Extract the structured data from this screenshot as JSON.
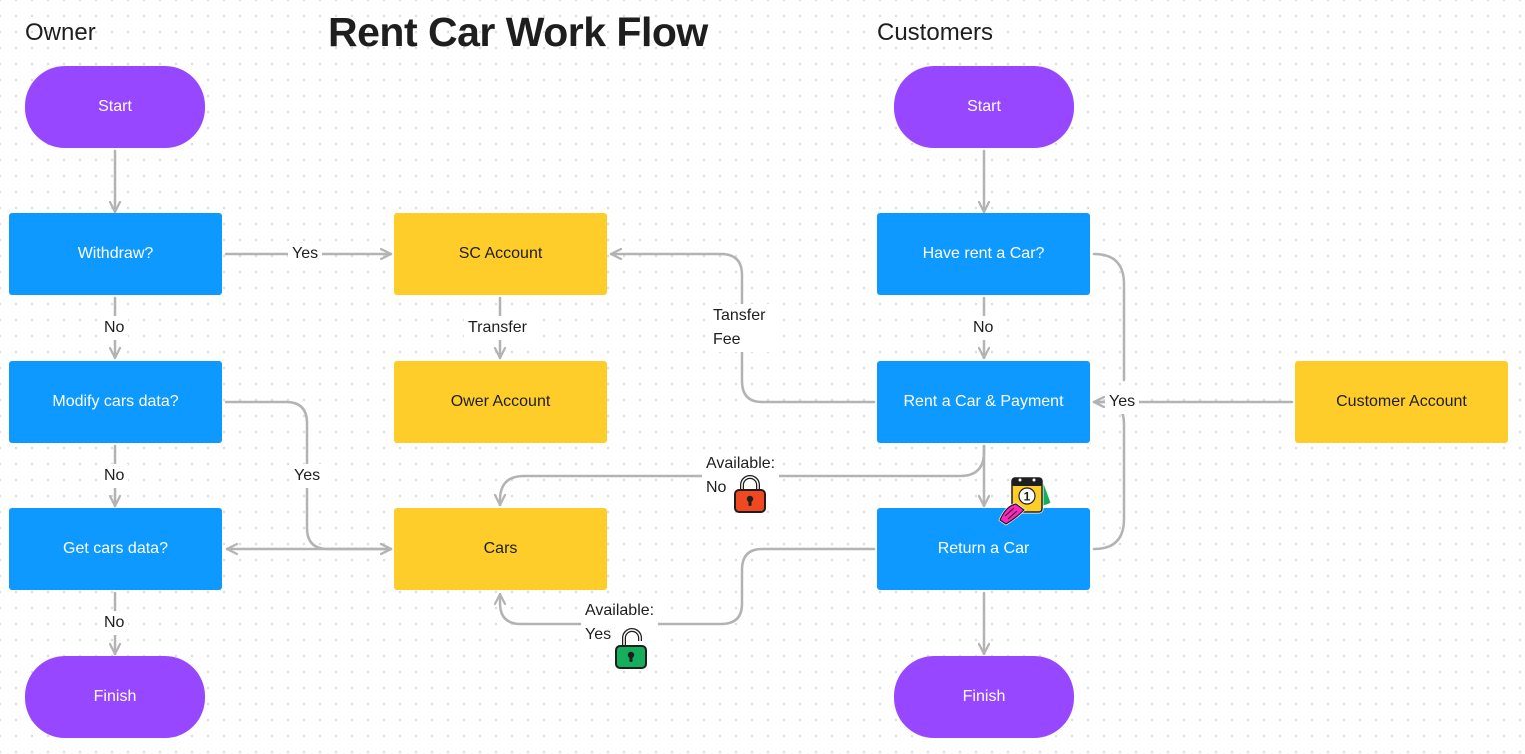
{
  "title": "Rent Car Work Flow",
  "lanes": {
    "owner": "Owner",
    "customers": "Customers"
  },
  "nodes": {
    "owner_start": "Start",
    "withdraw": "Withdraw?",
    "modify": "Modify cars data?",
    "get": "Get cars data?",
    "owner_finish": "Finish",
    "sc_account": "SC Account",
    "ower_account": "Ower Account",
    "cars": "Cars",
    "cust_start": "Start",
    "have_rent": "Have rent a Car?",
    "rent_payment": "Rent a Car & Payment",
    "return_car": "Return a Car",
    "cust_finish": "Finish",
    "customer_account": "Customer Account"
  },
  "edge_labels": {
    "withdraw_yes": "Yes",
    "withdraw_no": "No",
    "modify_no": "No",
    "modify_yes": "Yes",
    "get_no": "No",
    "transfer": "Transfer",
    "tansfer_fee_1": "Tansfer",
    "tansfer_fee_2": "Fee",
    "have_rent_no": "No",
    "have_rent_yes": "Yes",
    "avail_no_1": "Available:",
    "avail_no_2": "No",
    "avail_yes_1": "Available:",
    "avail_yes_2": "Yes"
  },
  "icons": {
    "lock_closed": "lock-closed-icon",
    "lock_open": "lock-open-icon",
    "calendar_sticker": "calendar-sticker-icon"
  },
  "colors": {
    "terminator": "#9747ff",
    "process": "#0d99ff",
    "data_store": "#ffcd29",
    "connector": "#b3b3b3",
    "lock_closed": "#f24822",
    "lock_open": "#14ae5c"
  }
}
